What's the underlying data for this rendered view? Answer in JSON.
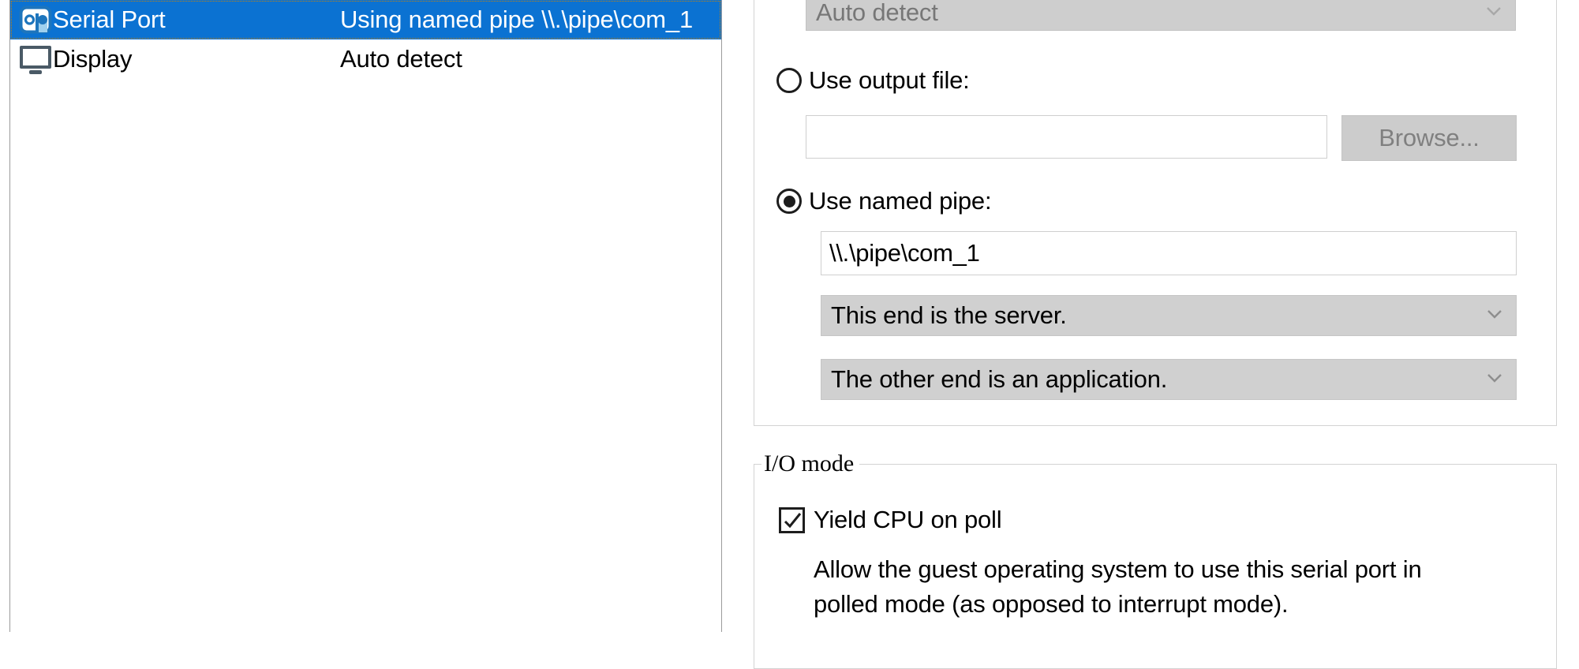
{
  "device_list": {
    "partial_top_item": {
      "icon": "partial-device-icon"
    },
    "items": [
      {
        "icon": "serial-port-icon",
        "name": "Serial Port",
        "summary": "Using named pipe \\\\.\\pipe\\com_1",
        "selected": true
      },
      {
        "icon": "display-monitor-icon",
        "name": "Display",
        "summary": "Auto detect",
        "selected": false
      }
    ]
  },
  "settings": {
    "connection_group": {
      "legend": "",
      "auto_detect_combo": {
        "value": "Auto detect",
        "enabled": false,
        "chevron": "chevron-down-icon"
      },
      "use_output_file": {
        "label": "Use output file:",
        "checked": false
      },
      "output_file_path": {
        "value": "",
        "placeholder": ""
      },
      "browse_button": {
        "label": "Browse...",
        "enabled": false
      },
      "use_named_pipe": {
        "label": "Use named pipe:",
        "checked": true
      },
      "named_pipe_path": {
        "value": "\\\\.\\pipe\\com_1",
        "placeholder": ""
      },
      "near_end_combo": {
        "value": "This end is the server.",
        "chevron": "chevron-down-icon"
      },
      "far_end_combo": {
        "value": "The other end is an application.",
        "chevron": "chevron-down-icon"
      }
    },
    "io_mode_group": {
      "legend": "I/O mode",
      "yield_cpu": {
        "label": "Yield CPU on poll",
        "checked": true,
        "description": "Allow the guest operating system to use this serial port in polled mode (as opposed to interrupt mode)."
      }
    }
  },
  "colors": {
    "selection_blue": "#0b72d2",
    "selection_focus_dotted": "#c8820a",
    "combo_background": "#d0d0d0",
    "disabled_text": "#777777",
    "button_background": "#cccccc",
    "panel_border": "#9b9b9b",
    "groupbox_border": "#d3d3d3",
    "icon_blue": "#1d75bd",
    "icon_gray": "#4a5a66"
  }
}
